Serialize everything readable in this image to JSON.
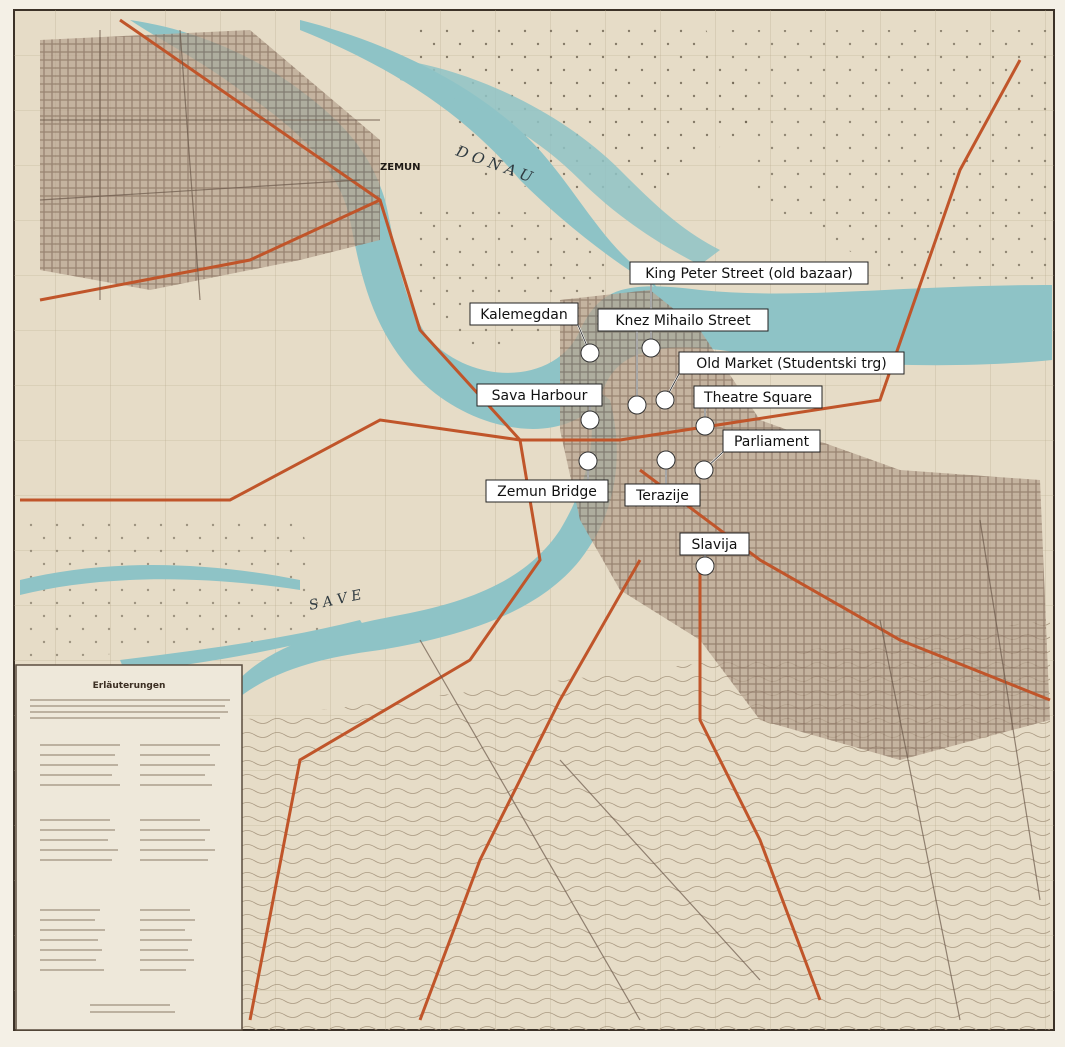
{
  "map": {
    "river_labels": {
      "danube": "D O N A U",
      "sava": "S A V E",
      "zemun": "ZEMUN"
    },
    "legend": {
      "title": "Erläuterungen"
    },
    "places": [
      {
        "id": "king-peter-street",
        "label": "King Peter Street (old bazaar)"
      },
      {
        "id": "kalemegdan",
        "label": "Kalemegdan"
      },
      {
        "id": "knez-mihailo-street",
        "label": "Knez Mihailo Street"
      },
      {
        "id": "old-market",
        "label": "Old Market (Studentski trg)"
      },
      {
        "id": "sava-harbour",
        "label": "Sava Harbour"
      },
      {
        "id": "theatre-square",
        "label": "Theatre Square"
      },
      {
        "id": "parliament",
        "label": "Parliament"
      },
      {
        "id": "zemun-bridge",
        "label": "Zemun Bridge"
      },
      {
        "id": "terazije",
        "label": "Terazije"
      },
      {
        "id": "slavija",
        "label": "Slavija"
      }
    ]
  },
  "colors": {
    "paper": "#e8e0cf",
    "river": "#8ec3c6",
    "road": "#c0552a",
    "urban": "#8a7060"
  }
}
